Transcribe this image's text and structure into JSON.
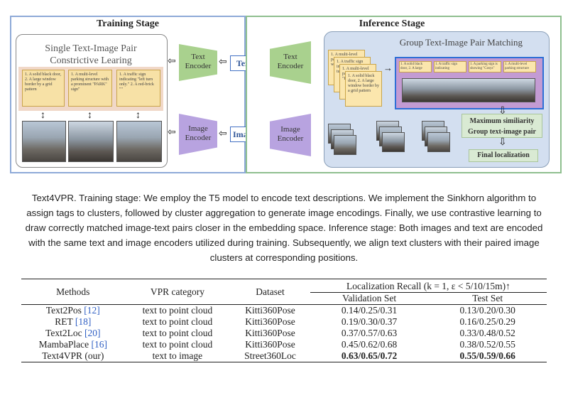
{
  "figure": {
    "training": {
      "title": "Training Stage",
      "subtitle_line1": "Single Text-Image Pair",
      "subtitle_line2": "Constrictive Learing",
      "cards": [
        "1. A solid black door, 2. A large window border by a grid pattern",
        "1. A multi-level parking structure with a prominent \"PARK\" sign\"",
        "1. A traffic sign indicating \"left turn only.\" 2. A red-brick \"\""
      ]
    },
    "middle": {
      "text_encoder_line1": "Text",
      "text_encoder_line2": "Encoder",
      "text_chip": "Text",
      "image_encoder_line1": "Image",
      "image_encoder_line2": "Encoder",
      "image_chip": "Image"
    },
    "inference": {
      "title": "Inference Stage",
      "text_encoder_line1": "Text",
      "text_encoder_line2": "Encoder",
      "image_encoder_line1": "Image",
      "image_encoder_line2": "Encoder",
      "group_title": "Group Text-Image Pair Matching",
      "stack_cards": [
        "1. A multi-level parking structure with \"PA\"",
        "1. A traffic sign indicating \"left turn\"",
        "1. A multi-level parking structure \"PAR\"",
        "1. A solid black door, 2. A large window border by a grid pattern"
      ],
      "strip_cards": [
        "1. A solid black door, 2. A large",
        "1. A traffic sign indicating",
        "1. A parking sign is showing \"Cosys\"",
        "1. A multi-level parking structure"
      ],
      "result_line1": "Maximum similiarity",
      "result_line2": "Group text-image pair",
      "final": "Final localization"
    }
  },
  "caption": "Text4VPR. Training stage: We employ the T5 model to encode text descriptions. We implement the Sinkhorn algorithm to assign tags to clusters, followed by cluster aggregation to generate image encodings. Finally, we use contrastive learning to draw correctly matched image-text pairs closer in the embedding space. Inference stage: Both images and text are encoded with the same text and image encoders utilized during training. Subsequently, we align text clusters with their paired image clusters at corresponding positions.",
  "table": {
    "headers": {
      "methods": "Methods",
      "vpr": "VPR category",
      "dataset": "Dataset",
      "recall": "Localization Recall (k = 1, ε < 5/10/15m)↑",
      "val": "Validation Set",
      "test": "Test Set"
    },
    "rows": [
      {
        "method": "Text2Pos",
        "ref": "[12]",
        "category": "text to point cloud",
        "dataset": "Kitti360Pose",
        "val": "0.14/0.25/0.31",
        "test": "0.13/0.20/0.30"
      },
      {
        "method": "RET",
        "ref": "[18]",
        "category": "text to point cloud",
        "dataset": "Kitti360Pose",
        "val": "0.19/0.30/0.37",
        "test": "0.16/0.25/0.29"
      },
      {
        "method": "Text2Loc",
        "ref": "[20]",
        "category": "text to point cloud",
        "dataset": "Kitti360Pose",
        "val": "0.37/0.57/0.63",
        "test": "0.33/0.48/0.52"
      },
      {
        "method": "MambaPlace",
        "ref": "[16]",
        "category": "text to point cloud",
        "dataset": "Kitti360Pose",
        "val": "0.45/0.62/0.68",
        "test": "0.38/0.52/0.55"
      },
      {
        "method": "Text4VPR (our)",
        "ref": "",
        "category": "text to image",
        "dataset": "Street360Loc",
        "val": "0.63/0.65/0.72",
        "test": "0.55/0.59/0.66"
      }
    ]
  }
}
